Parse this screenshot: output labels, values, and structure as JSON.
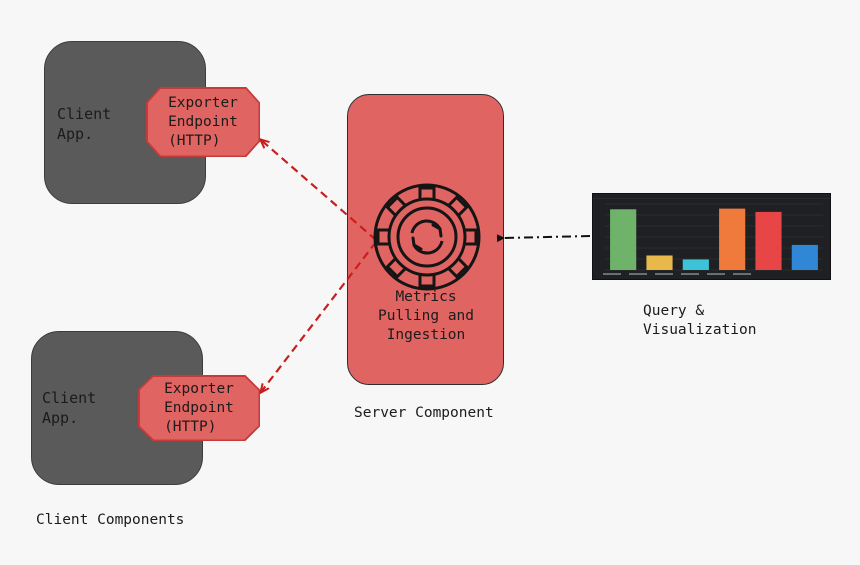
{
  "client_1": {
    "label": "Client\nApp."
  },
  "client_2": {
    "label": "Client\nApp."
  },
  "exporter_1": {
    "label": "Exporter\nEndpoint\n(HTTP)"
  },
  "exporter_2": {
    "label": "Exporter\nEndpoint\n(HTTP)"
  },
  "server": {
    "label": "Metrics\nPulling and\nIngestion",
    "caption": "Server Component",
    "icon": "gear-sync-icon"
  },
  "query": {
    "caption": "Query &\nVisualization"
  },
  "clients_caption": "Client Components",
  "dashboard": {
    "bars": [
      {
        "value": 0.92,
        "color": "#6fb36b"
      },
      {
        "value": 0.22,
        "color": "#e8b84a"
      },
      {
        "value": 0.16,
        "color": "#3cc3d8"
      },
      {
        "value": 0.93,
        "color": "#ef7a3c"
      },
      {
        "value": 0.88,
        "color": "#e84646"
      },
      {
        "value": 0.38,
        "color": "#2f87d6"
      }
    ]
  },
  "colors": {
    "client_fill": "#5a5a5a",
    "endpoint_fill": "#e06461",
    "server_fill": "#e06461",
    "arrow_red": "#c81e1e",
    "arrow_black": "#111111",
    "background": "#f7f7f7"
  }
}
